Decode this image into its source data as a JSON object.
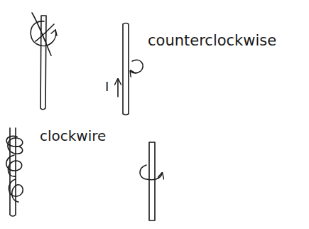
{
  "diagram": {
    "labels": [
      "counterclockwise",
      "I",
      "clockwire"
    ]
  }
}
